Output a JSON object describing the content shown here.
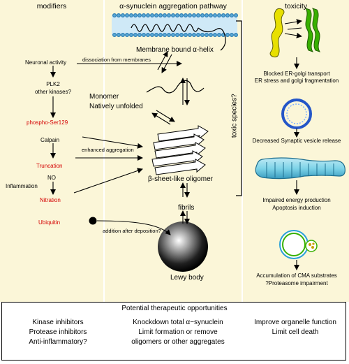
{
  "headers": {
    "modifiers": "modifiers",
    "pathway": "α-synuclein aggregation pathway",
    "toxicity": "toxicity"
  },
  "pathway": {
    "membrane_helix": "Membrane bound α-helix",
    "dissociation": "dissociation from membranes",
    "monomer_line1": "Monomer",
    "monomer_line2": "Natively unfolded",
    "enhanced_aggregation": "enhanced aggregation",
    "oligomer": "β-sheet-like oligomer",
    "fibrils": "fibrils",
    "addition_after_deposition": "addition after deposition?",
    "lewy_body": "Lewy body",
    "toxic_species": "toxic species?"
  },
  "modifiers": {
    "neuronal_activity": "Neuronal activity",
    "plk2_line1": "PLK2",
    "plk2_line2": "other kinases?",
    "phospho_ser129": "phospho-Ser129",
    "calpain": "Calpain",
    "truncation": "Truncation",
    "no": "NO",
    "inflammation": "Inflammation",
    "nitration": "Nitration",
    "ubiquitin": "Ubiquitin"
  },
  "toxicity": {
    "er_golgi_line1": "Blocked ER-golgi transport",
    "er_golgi_line2": "ER stress and golgi fragmentation",
    "synaptic": "Decreased Synaptic vesicle release",
    "energy_line1": "Impaired energy production",
    "energy_line2": "Apoptosis induction",
    "cma_line1": "Accumulation of CMA substrates",
    "cma_line2": "?Proteasome impairment"
  },
  "therapeutics": {
    "title": "Potential therapeutic opportunities",
    "col1": [
      "Kinase inhibitors",
      "Protease inhibitors",
      "Anti-inflammatory?"
    ],
    "col2": [
      "Knockdown total α−synuclein",
      "Limit formation or remove",
      "oligomers or other aggregates"
    ],
    "col3": [
      "Improve organelle function",
      "Limit cell death"
    ]
  },
  "colors": {
    "background_panel": "#fbf6d8",
    "modifier_red": "#d40000",
    "membrane_blue": "#5aa9d6",
    "er_yellow": "#e8e000",
    "golgi_green": "#38b000",
    "vesicle_blue": "#2456c8",
    "mitochondrion_cyan": "#7fd4e8"
  }
}
